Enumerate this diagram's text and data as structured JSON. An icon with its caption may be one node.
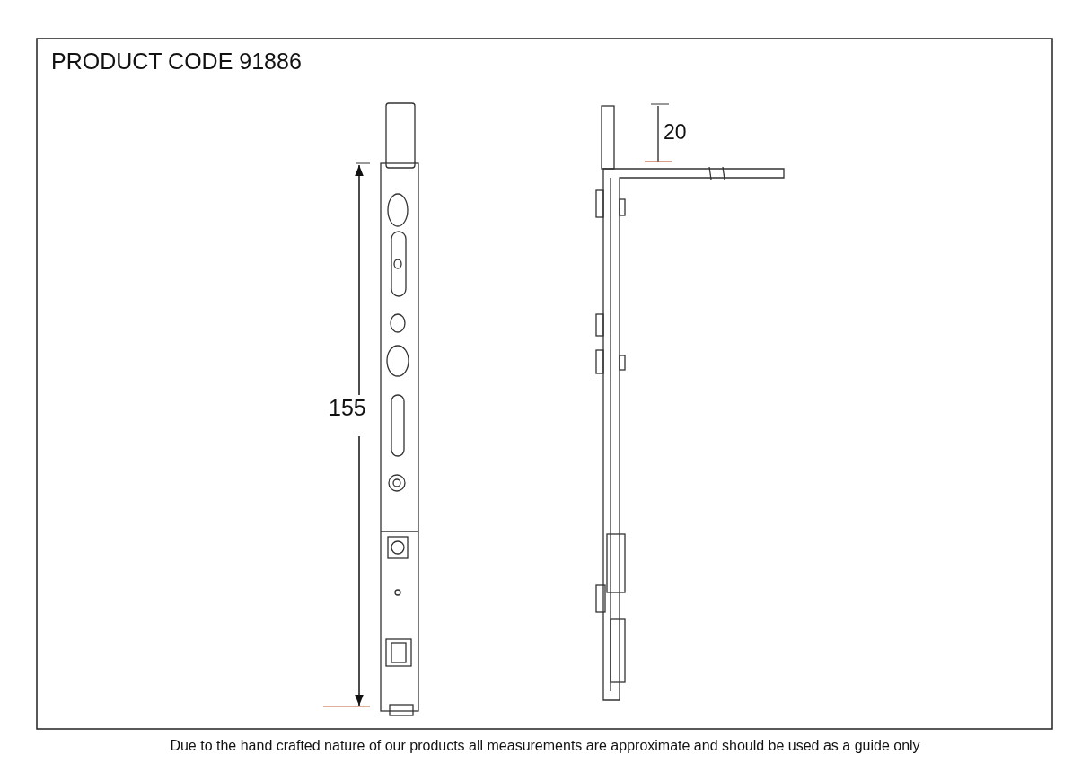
{
  "diagram": {
    "title": "PRODUCT CODE 91886",
    "caption": "Due to the hand crafted nature of our products all measurements are approximate and should be used as a guide only",
    "labels": [
      "20",
      "155"
    ]
  }
}
